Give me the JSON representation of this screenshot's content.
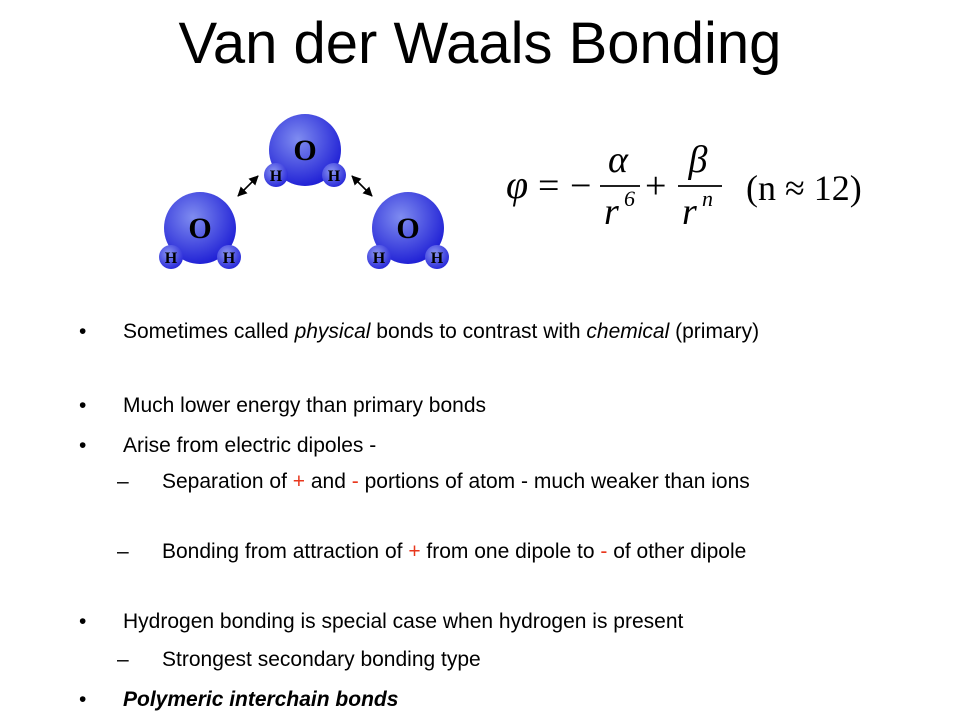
{
  "slide": {
    "title": "Van der Waals Bonding",
    "bullet_symbol": "•",
    "sub_symbol": "–"
  },
  "diagram": {
    "oxygen_label": "O",
    "hydrogen_label": "H",
    "oxygen_color": "#1b1bd4",
    "hydrogen_color": "#1b1bd4",
    "label_color": "#000000"
  },
  "formula": {
    "lhs": "φ",
    "equals": "=",
    "minus": "−",
    "plus": "+",
    "attract_num": "α",
    "repulse_num": "β",
    "r": "r",
    "exp_attract": "6",
    "exp_repulse": "n",
    "note": "(n ≈ 12)"
  },
  "bullets": {
    "b1_part1": "Sometimes called ",
    "b1_italic1": "physical",
    "b1_part2": " bonds to contrast with ",
    "b1_italic2": "chemical",
    "b1_part3": " (primary)",
    "b2": "Much lower energy than primary bonds",
    "b3": "Arise from electric dipoles -",
    "s1_part1": "Separation of ",
    "s1_plus": "+",
    "s1_part2": " and ",
    "s1_minus": "-",
    "s1_part3": " portions of atom - much weaker than ions",
    "s2_part1": "Bonding from attraction of ",
    "s2_plus": "+",
    "s2_part2": " from one dipole to ",
    "s2_minus": "-",
    "s2_part3": " of other dipole",
    "b4": "Hydrogen bonding is special case when hydrogen is present",
    "s3": "Strongest secondary bonding type",
    "b5": "Polymeric interchain bonds"
  }
}
